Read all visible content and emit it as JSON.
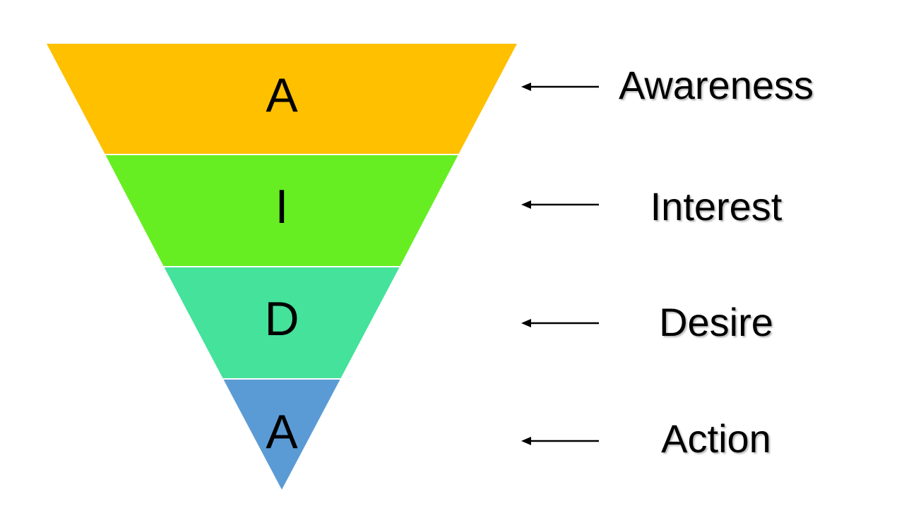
{
  "stages": [
    {
      "letter": "A",
      "label": "Awareness",
      "color": "#FFC000"
    },
    {
      "letter": "I",
      "label": "Interest",
      "color": "#66EE22"
    },
    {
      "letter": "D",
      "label": "Desire",
      "color": "#44E29A"
    },
    {
      "letter": "A",
      "label": "Action",
      "color": "#5B9BD5"
    }
  ],
  "arrow_color": "#000000",
  "divider_color": "#ffffff"
}
